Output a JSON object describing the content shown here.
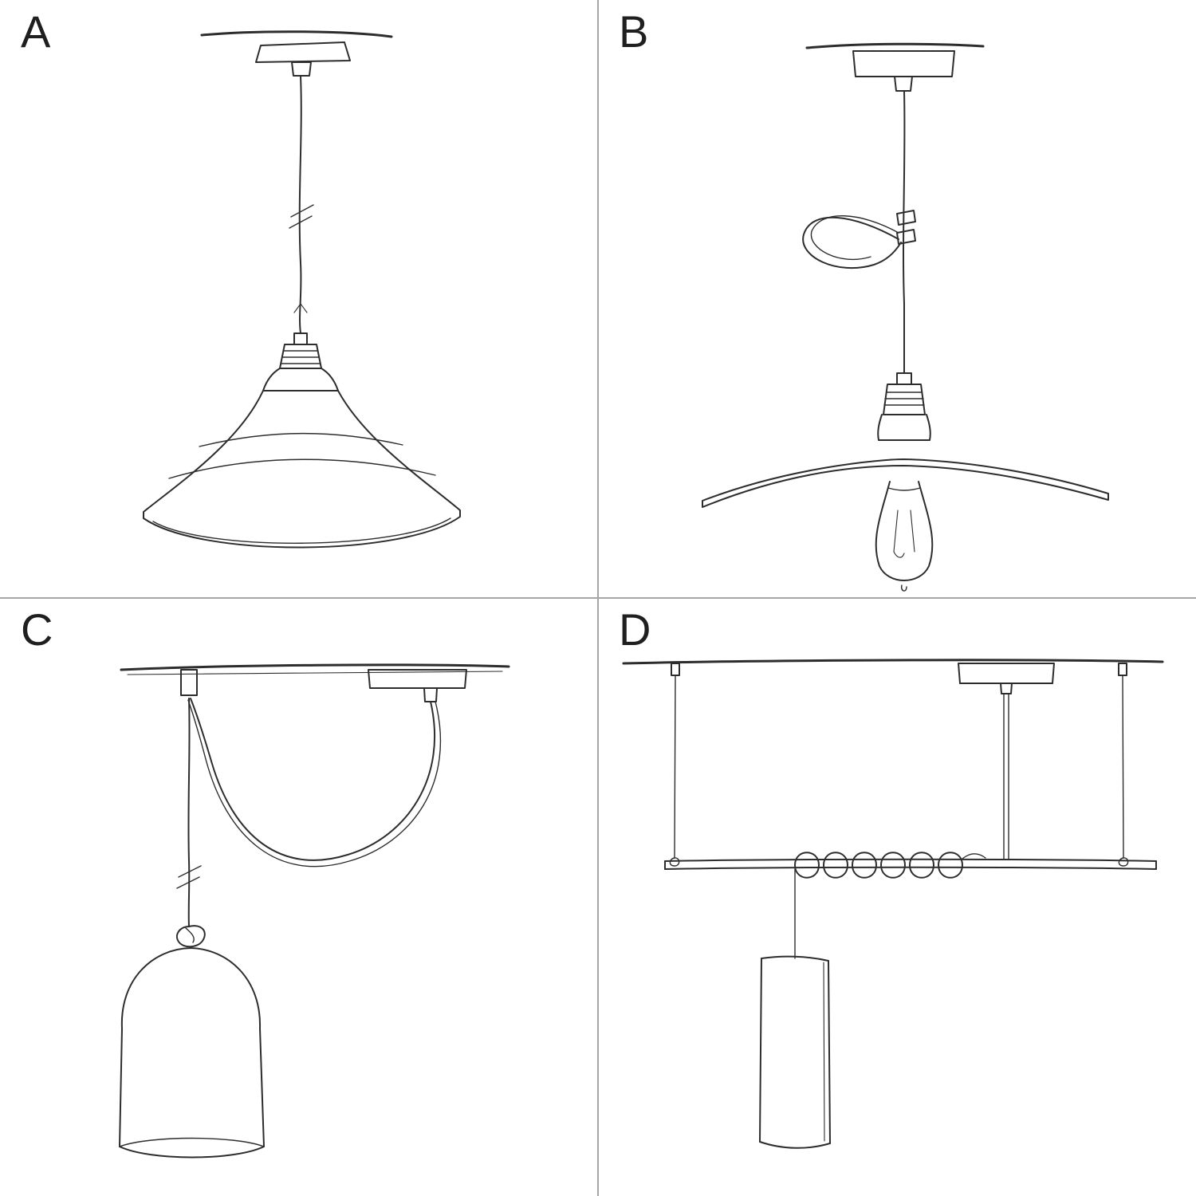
{
  "page": {
    "background": "#ffffff",
    "divider_color": "#a6a6a6",
    "sketch_line_color": "#2d2d2d"
  },
  "panels": [
    {
      "label": "A",
      "name": "pendant-lamp-with-industrial-shade-sketch"
    },
    {
      "label": "B",
      "name": "pendant-lamp-flat-shade-exposed-bulb-sketch"
    },
    {
      "label": "C",
      "name": "swag-pendant-with-hook-and-bell-shade-sketch"
    },
    {
      "label": "D",
      "name": "suspended-bar-with-coiled-cable-cylinder-shade-sketch"
    }
  ]
}
